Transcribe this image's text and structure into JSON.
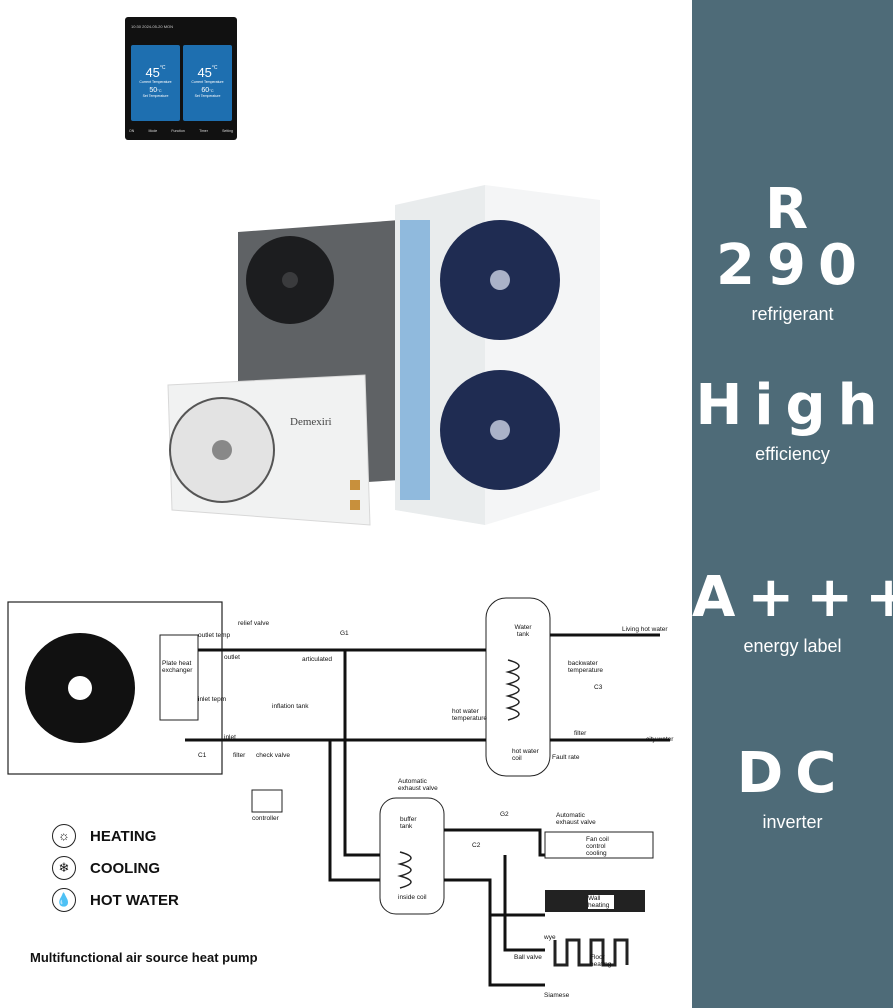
{
  "thermostat": {
    "status_bar": "10:30 2024-05-20 MON",
    "left_zone": {
      "temp": "45",
      "unit": "°C",
      "label": "Current Temperature",
      "set_temp": "50",
      "set_unit": "°C",
      "set_label": "Set Temperature"
    },
    "right_zone": {
      "temp": "45",
      "unit": "°C",
      "label": "Current Temperature",
      "set_temp": "60",
      "set_unit": "°C",
      "set_label": "Set Temperature"
    },
    "menu": [
      "ON",
      "Mode",
      "Function",
      "Timer",
      "Setting"
    ]
  },
  "product": {
    "brand": "Demexiri"
  },
  "diagram": {
    "labels": {
      "outlet_temp": "outlet temp",
      "outlet": "outlet",
      "plate_heat_exchanger": "Plate heat exchanger",
      "inlet_temp": "inlet tepm",
      "inlet": "inlet",
      "c1": "C1",
      "filter1": "filter",
      "check_valve": "check valve",
      "inflation_tank": "inflation tank",
      "relief_valve": "relief valve",
      "g1": "G1",
      "articulated": "articulated",
      "water_tank": "Water tank",
      "hot_water_temperature": "hot water temperature",
      "hot_water_coil": "hot water coil",
      "living_hot_water": "Living hot water",
      "backwater_temperature": "backwater temperature",
      "c3": "C3",
      "filter2": "filter",
      "fault_rate": "Fault rate",
      "city_water": "city water",
      "controller": "controller",
      "auto_exhaust_valve1": "Automatic exhaust valve",
      "buffer_tank": "buffer tank",
      "inside_coil": "inside coil",
      "g2": "G2",
      "c2": "C2",
      "auto_exhaust_valve2": "Automatic exhaust valve",
      "fan_coil": "Fan coil control cooling",
      "wall_heating": "Wall heating",
      "wye": "wye",
      "ball_valve": "Ball valve",
      "floor_heating": "Floor heating",
      "siamese": "Siamese"
    }
  },
  "legend": [
    {
      "icon": "sun-icon",
      "label": "HEATING"
    },
    {
      "icon": "snowflake-icon",
      "label": "COOLING"
    },
    {
      "icon": "water-drop-icon",
      "label": "HOT WATER"
    }
  ],
  "caption": "Multifunctional air source heat pump",
  "features": [
    {
      "big": "R 290",
      "small": "refrigerant"
    },
    {
      "big": "High",
      "small": "efficiency"
    },
    {
      "big": "A+++",
      "small": "energy label"
    },
    {
      "big": "DC",
      "small": "inverter"
    }
  ],
  "colors": {
    "panel": "#4e6b78",
    "thermo_blue": "#1e6fb0"
  }
}
